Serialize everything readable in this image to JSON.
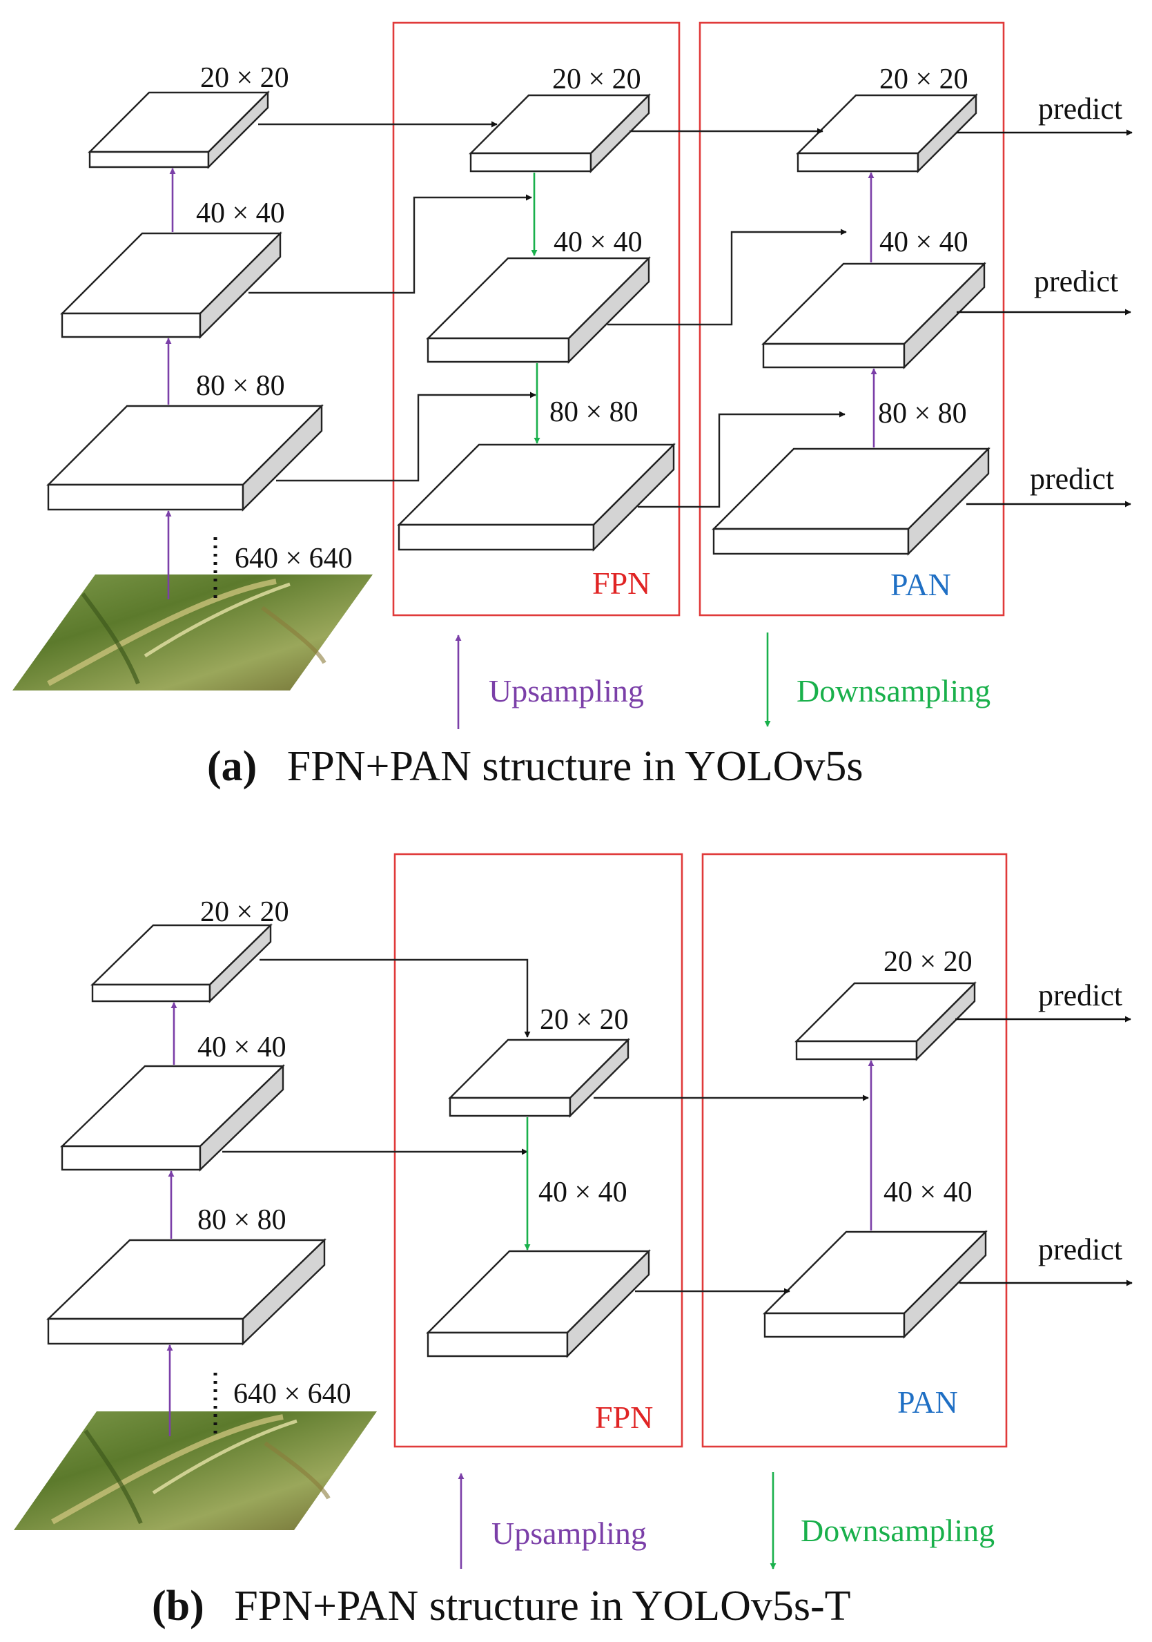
{
  "colors": {
    "upsampling": "#7b3fa8",
    "downsampling": "#19b04b",
    "fpn": "#e02424",
    "pan": "#1f6fc4",
    "frame": "#e03a3a",
    "block_side": "#d4d4d4"
  },
  "legend": {
    "upsampling": "Upsampling",
    "downsampling": "Downsampling"
  },
  "labels": {
    "s20": "20 × 20",
    "s40": "40 × 40",
    "s80": "80 × 80",
    "s640": "640 × 640",
    "predict": "predict",
    "fpn": "FPN",
    "pan": "PAN"
  },
  "panels": [
    {
      "tag": "(a)",
      "title": "FPN+PAN structure in YOLOv5s"
    },
    {
      "tag": "(b)",
      "title": "FPN+PAN structure in YOLOv5s-T"
    }
  ]
}
